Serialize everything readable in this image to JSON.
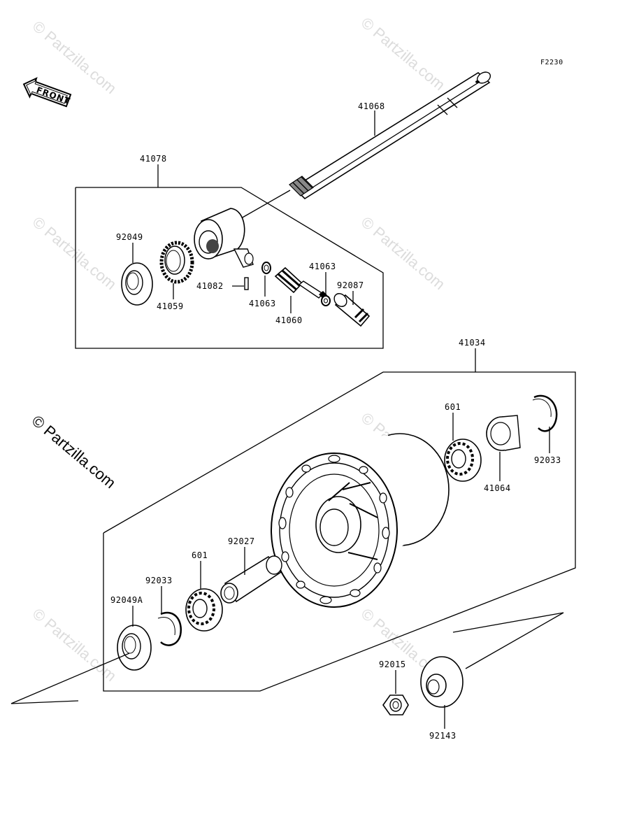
{
  "diagram_code": "F2230",
  "front_label": "FRONT",
  "watermark": "© Partzilla.com",
  "watermark_main": "© Partzilla.com",
  "parts": {
    "axle": "41068",
    "gear_housing_assy": "41078",
    "oil_seal_top": "92049",
    "gear_41059": "41059",
    "pin": "41082",
    "washer_left": "41063",
    "washer_right": "41063",
    "pinion": "41060",
    "bushing": "92087",
    "hub_assy": "41034",
    "bearing_right": "601",
    "retainer": "41064",
    "circlip_right": "92033",
    "spacer": "92027",
    "bearing_left": "601",
    "circlip_left": "92033",
    "oil_seal_left": "92049A",
    "nut": "92015",
    "collar": "92143"
  }
}
